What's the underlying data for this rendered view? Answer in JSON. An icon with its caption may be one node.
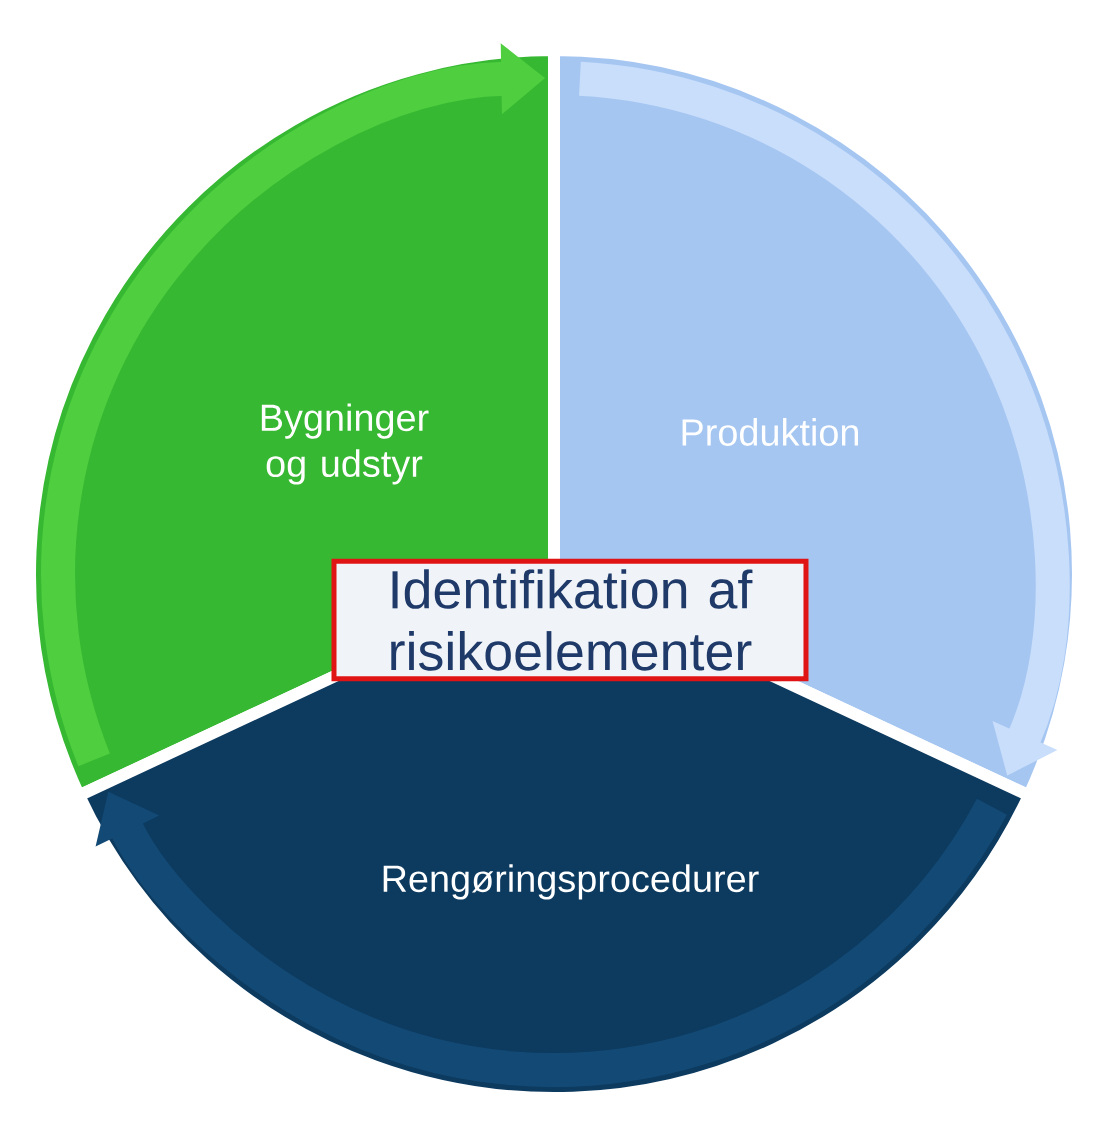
{
  "diagram": {
    "nodes": [
      {
        "text": [
          "Bygninger og udstyr"
        ]
      },
      {
        "text": [
          "Produktion"
        ]
      },
      {
        "text": [
          "Rengøringsprocedurer"
        ]
      },
      {
        "text": [
          "Identifikation af risikoelementer"
        ]
      }
    ],
    "edges": [
      {
        "from": 0,
        "to": 1,
        "arrow": "to",
        "color": "#4fcf3f"
      },
      {
        "from": 1,
        "to": 2,
        "arrow": "to",
        "color": "#c9defb"
      },
      {
        "from": 2,
        "to": 0,
        "arrow": "to",
        "color": "#134a75"
      }
    ]
  }
}
